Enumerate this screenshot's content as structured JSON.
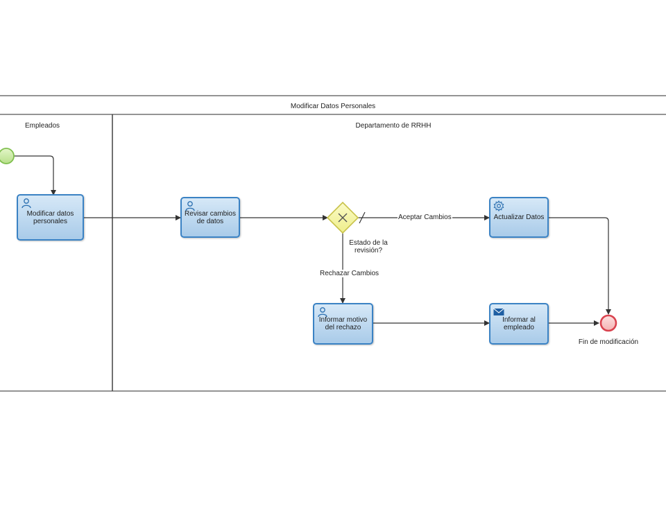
{
  "pool": {
    "title": "Modificar Datos Personales"
  },
  "lanes": {
    "empleados": "Empleados",
    "rrhh": "Departamento de RRHH"
  },
  "tasks": {
    "modificar": "Modificar datos\npersonales",
    "revisar": "Revisar cambios\nde datos",
    "actualizar": "Actualizar Datos",
    "informar_motivo": "Informar motivo\ndel rechazo",
    "informar_empleado": "Informar al\nempleado"
  },
  "gateway": {
    "label": "Estado de la\nrevisión?"
  },
  "flows": {
    "aceptar": "Aceptar Cambios",
    "rechazar": "Rechazar Cambios"
  },
  "end_event": {
    "label": "Fin de modificación"
  },
  "icons": {
    "user_task": "user-icon",
    "service_task": "gear-icon",
    "send_task": "envelope-icon",
    "gateway": "exclusive-gateway-x-icon"
  },
  "colors": {
    "task_border": "#3a82c4",
    "start_event": "#9bd36a",
    "end_event": "#e0505a",
    "gateway": "#e6e47a"
  }
}
